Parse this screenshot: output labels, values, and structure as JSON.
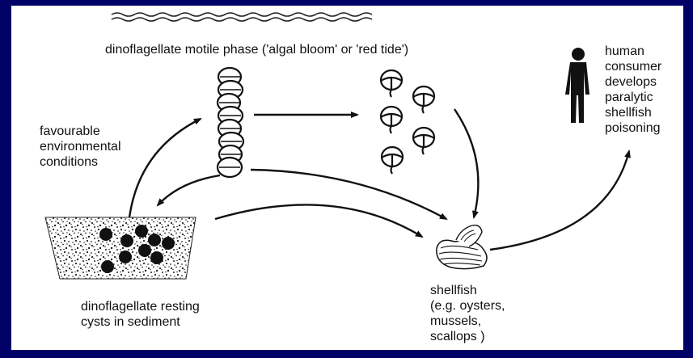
{
  "colors": {
    "frame": "#000066",
    "panel": "#ffffff",
    "ink": "#111111"
  },
  "labels": {
    "motile_phase": "dinoflagellate motile phase ('algal bloom' or 'red tide')",
    "conditions": "favourable\nenvironmental\nconditions",
    "human": "human\nconsumer\ndevelops\nparalytic\nshellfish\npoisoning",
    "cysts": "dinoflagellate resting\ncysts in sediment",
    "shellfish": "shellfish\n(e.g. oysters,\n    mussels,\n    scallops )"
  },
  "icons": [
    "water-surface-icon",
    "dinoflagellate-chain-icon",
    "dinoflagellate-cell-icon",
    "sediment-icon",
    "cyst-icon",
    "shellfish-icon",
    "human-icon"
  ]
}
